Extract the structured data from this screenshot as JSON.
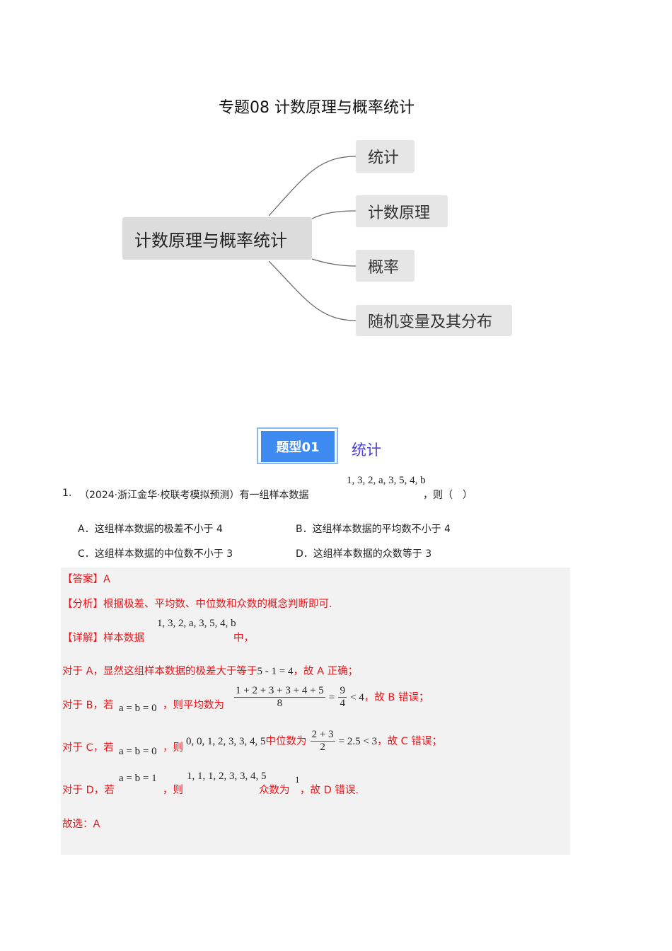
{
  "title": "专题08  计数原理与概率统计",
  "mindmap": {
    "root": "计数原理与概率统计",
    "children": [
      "统计",
      "计数原理",
      "概率",
      "随机变量及其分布"
    ]
  },
  "section": {
    "badge": "题型01",
    "name": "统计"
  },
  "question": {
    "number": "1.",
    "stem": "（2024·浙江金华·校联考模拟预测）有一组样本数据",
    "data": "1, 3, 2, a, 3, 5, 4, b",
    "tail": "，则（　）",
    "options": [
      "A．这组样本数据的极差不小于 4",
      "B．这组样本数据的平均数不小于 4",
      "C．这组样本数据的中位数不小于 3",
      "D．这组样本数据的众数等于 3"
    ]
  },
  "answer": {
    "answer": "【答案】A",
    "analysis": "【分析】根据极差、平均数、中位数和众数的概念判断即可.",
    "detail_prefix": "【详解】样本数据",
    "detail_data": "1, 3, 2, a, 3, 5, 4, b",
    "detail_suffix": "中，",
    "a_prefix": "对于 A，显然这组样本数据的极差大于等于",
    "a_math": "5 - 1 = 4",
    "a_suffix": "，故 A 正确；",
    "b_prefix": "对于 B，若",
    "b_cond": "a = b = 0",
    "b_mid": "，则平均数为",
    "b_num": "1 + 2 + 3 + 3 + 4 + 5",
    "b_den": "8",
    "b_eq": "=",
    "b_num2": "9",
    "b_den2": "4",
    "b_lt": "< 4",
    "b_suffix": "，故 B 错误；",
    "c_prefix": "对于 C，若",
    "c_cond": "a = b = 0",
    "c_mid": "，则",
    "c_data": "0, 0, 1, 2, 3, 3, 4, 5",
    "c_mid2": "中位数为",
    "c_num": "2 + 3",
    "c_den": "2",
    "c_res": "= 2.5 < 3",
    "c_suffix": "，故 C 错误；",
    "d_prefix": "对于 D，若",
    "d_cond": "a = b = 1",
    "d_mid": "，则",
    "d_data": "1, 1, 1, 2, 3, 3, 4, 5",
    "d_mid2": "众数为",
    "d_mode": "1",
    "d_suffix": "，故 D 错误.",
    "choice": "故选：A"
  },
  "colors": {
    "answer_red": "#e8161b",
    "badge_blue": "#3d8af0",
    "section_purple": "#4b3fd6",
    "answer_bg": "#f2f2f2"
  }
}
